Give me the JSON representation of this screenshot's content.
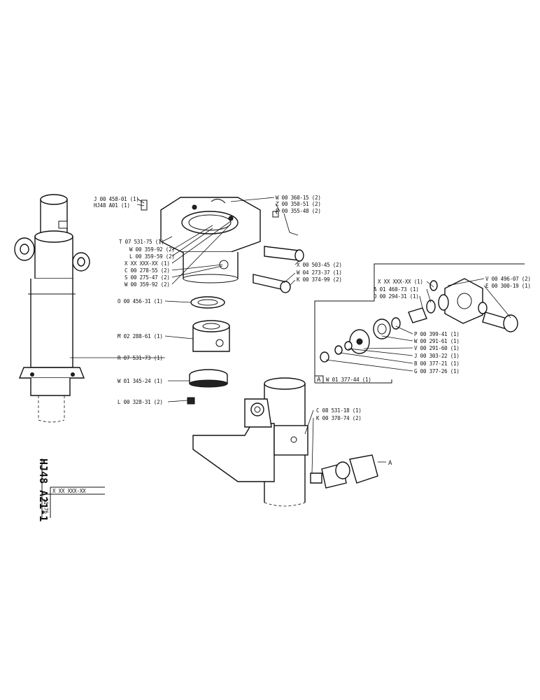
{
  "title_block": {
    "sheet": "HJ48 A21-1",
    "date": "11-76",
    "ref": "X XX XXX-XX"
  },
  "detail": {
    "marker": "A",
    "ref": "W 01 377-44 (1)"
  },
  "labels": [
    "J 00 458-01 (1)",
    "HJ48 A01 (1)",
    "T 07 531-75 (1)",
    "W 00 359-92 (2)",
    "L 00 359-59 (2)",
    "X XX XXX-XX (1)",
    "C 00 278-55 (2)",
    "S 00 275-47 (2)",
    "W 00 359-92 (2)",
    "O 00 456-31 (1)",
    "M 02 288-61 (1)",
    "R 07 531-73 (1)",
    "W 01 345-24 (1)",
    "L 00 328-31 (2)",
    "W 00 360-15 (2)",
    "Z 00 350-51 (2)",
    "P 00 355-48 (2)",
    "X 00 503-45 (2)",
    "W 04 273-37 (1)",
    "K 00 374-99 (2)",
    "X XX XXX-XX (1)",
    "A 01 460-73 (1)",
    "O 00 294-31 (1)",
    "V 00 496-07 (2)",
    "E 00 300-19 (1)",
    "P 00 399-41 (1)",
    "W 00 291-61 (1)",
    "V 00 291-60 (1)",
    "J 00 303-22 (1)",
    "B 00 377-21 (1)",
    "G 00 377-26 (1)",
    "C 08 531-18 (1)",
    "K 00 370-74 (2)"
  ]
}
